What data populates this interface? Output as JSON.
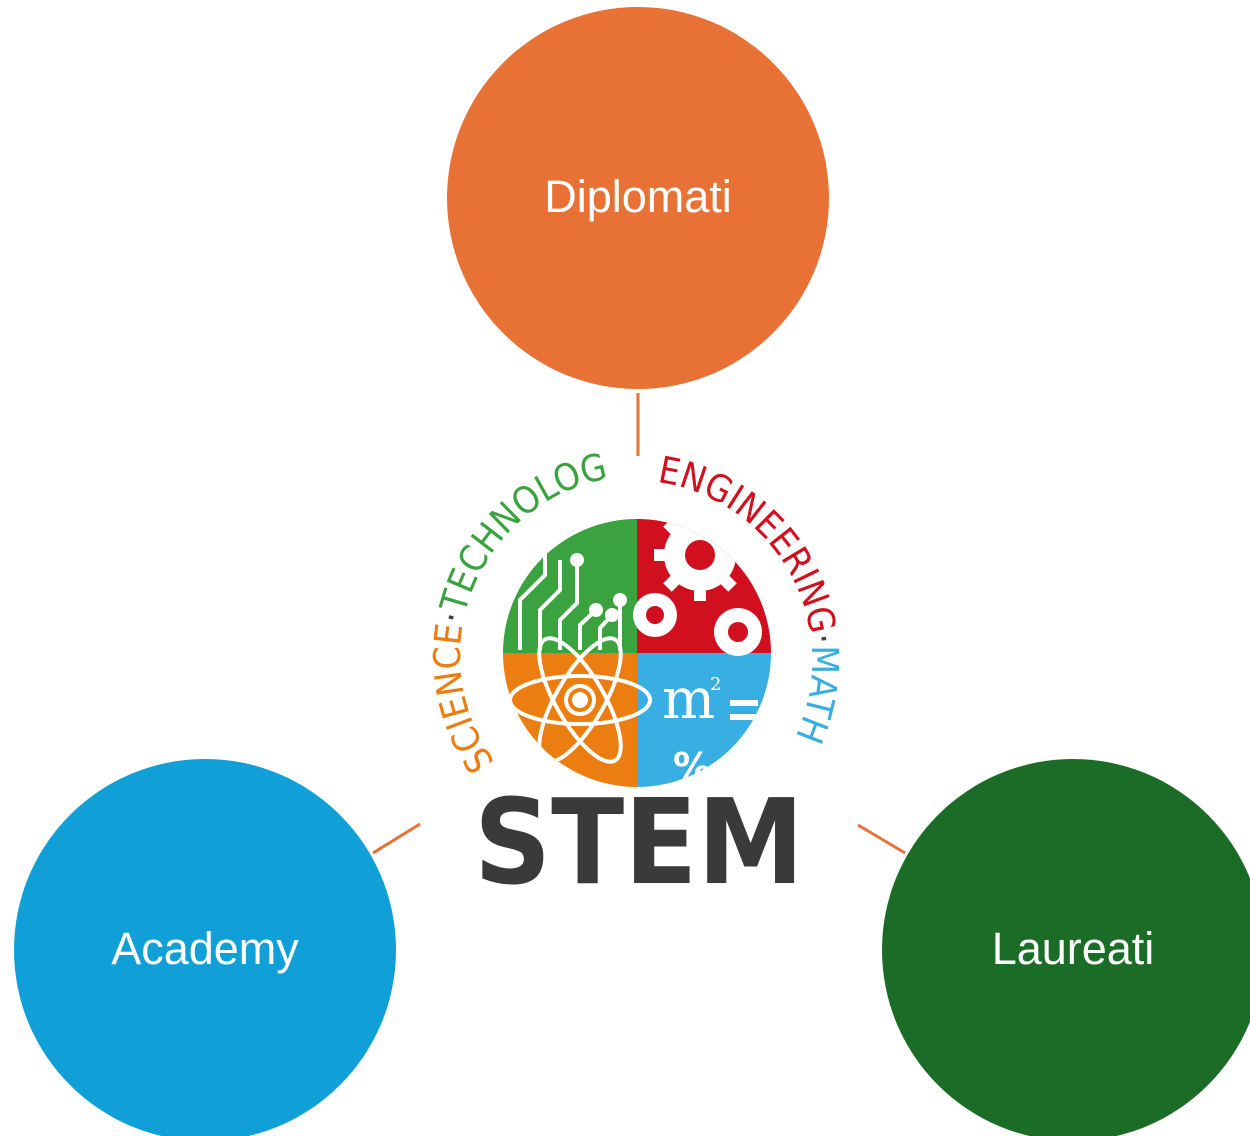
{
  "nodes": {
    "top": {
      "label": "Diplomati",
      "color": "#e87236"
    },
    "left": {
      "label": "Academy",
      "color": "#109fd7"
    },
    "right": {
      "label": "Laureati",
      "color": "#1b6c27"
    }
  },
  "connector_color": "#e87236",
  "logo": {
    "ring_words": {
      "science": "SCIENCE",
      "technology": "TECHNOLOGY",
      "engineering": "ENGINEERING",
      "math": "MATH",
      "dot": "·"
    },
    "wordmark": "STEM",
    "quadrant_colors": {
      "technology": "#3aa23f",
      "engineering": "#d0101e",
      "science": "#ec7d11",
      "math": "#38aee2"
    }
  }
}
